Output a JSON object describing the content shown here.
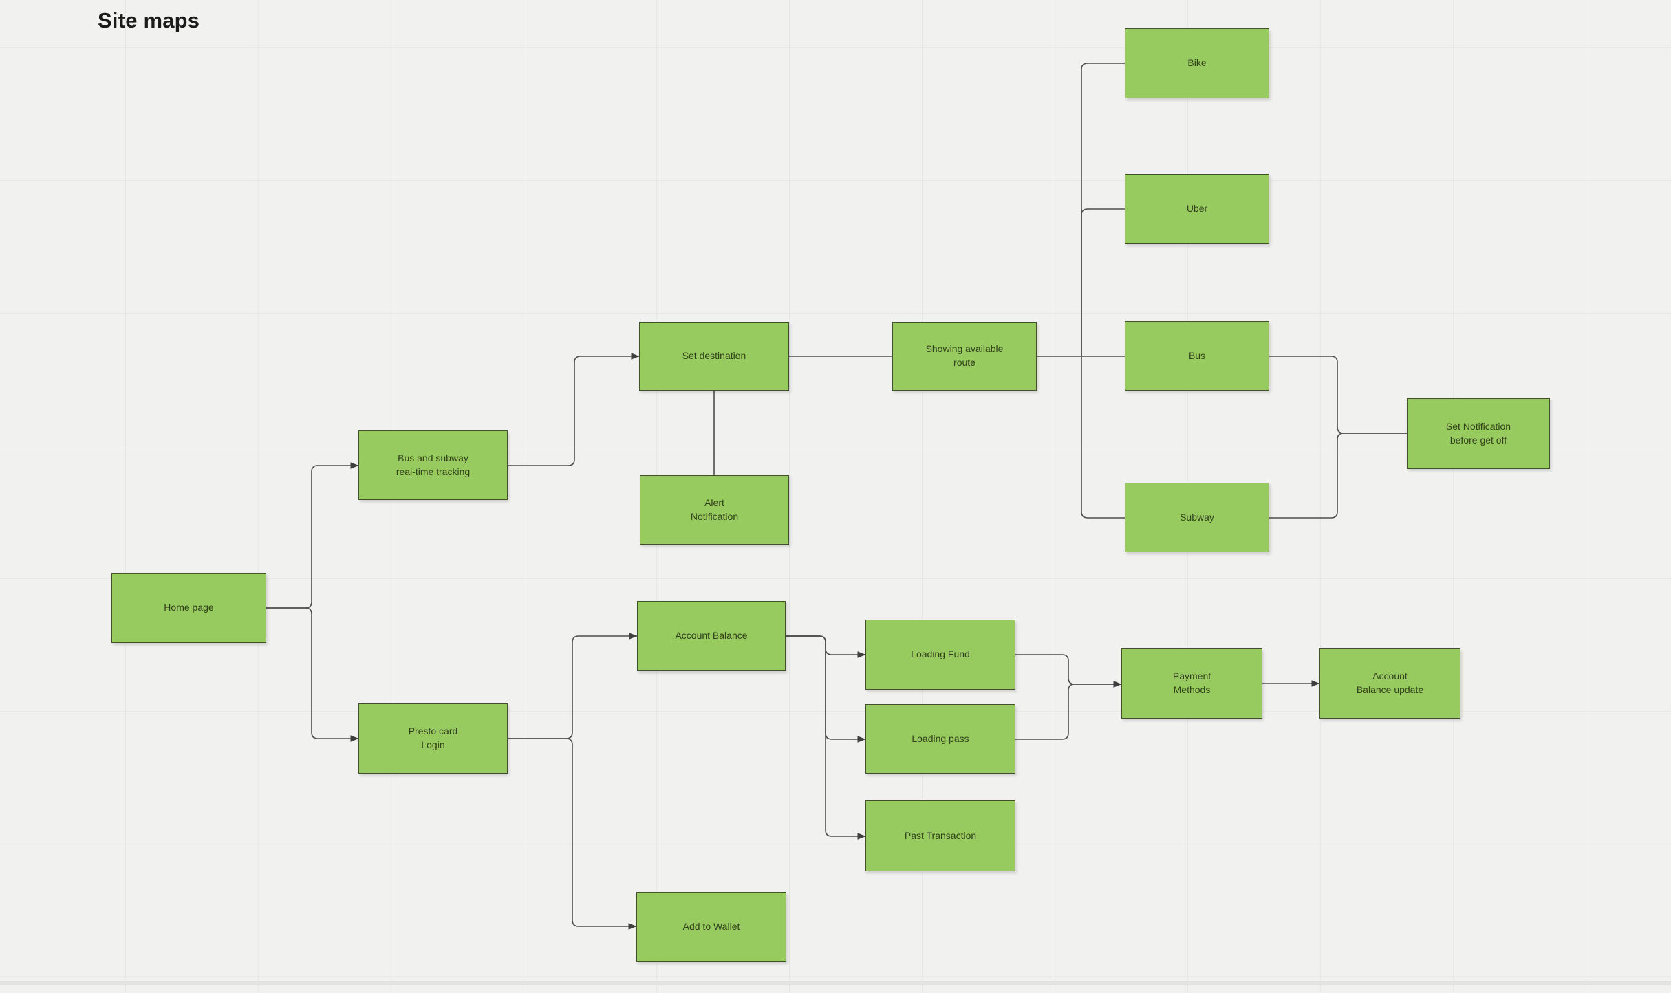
{
  "title": "Site maps",
  "colors": {
    "background": "#f1f1f0",
    "grid_line": "#e7e7e5",
    "node_fill": "#97cb5f",
    "node_border": "#44502b",
    "node_text": "#33401c",
    "edge": "#4d4d4d",
    "arrowhead": "#3f3f3f",
    "title_text": "#1c1c1c"
  },
  "diagram": {
    "nodes": [
      {
        "id": "home",
        "label": "Home page"
      },
      {
        "id": "bus-subway-tracking",
        "label": "Bus and subway\nreal-time tracking"
      },
      {
        "id": "set-destination",
        "label": "Set destination"
      },
      {
        "id": "showing-available-route",
        "label": "Showing available\nroute"
      },
      {
        "id": "alert-notification",
        "label": "Alert\nNotification"
      },
      {
        "id": "bike",
        "label": "Bike"
      },
      {
        "id": "uber",
        "label": "Uber"
      },
      {
        "id": "bus",
        "label": "Bus"
      },
      {
        "id": "subway",
        "label": "Subway"
      },
      {
        "id": "set-notification-before-get-off",
        "label": "Set Notification\nbefore get off"
      },
      {
        "id": "presto-card-login",
        "label": "Presto card\nLogin"
      },
      {
        "id": "account-balance",
        "label": "Account Balance"
      },
      {
        "id": "loading-fund",
        "label": "Loading Fund"
      },
      {
        "id": "loading-pass",
        "label": "Loading pass"
      },
      {
        "id": "past-transaction",
        "label": "Past Transaction"
      },
      {
        "id": "payment-methods",
        "label": "Payment\nMethods"
      },
      {
        "id": "account-balance-update",
        "label": "Account\nBalance update"
      },
      {
        "id": "add-to-wallet",
        "label": "Add to Wallet"
      }
    ],
    "edges": [
      {
        "from": "home",
        "to": "bus-subway-tracking",
        "arrow": true
      },
      {
        "from": "home",
        "to": "presto-card-login",
        "arrow": true
      },
      {
        "from": "bus-subway-tracking",
        "to": "set-destination",
        "arrow": true
      },
      {
        "from": "set-destination",
        "to": "showing-available-route",
        "arrow": false
      },
      {
        "from": "set-destination",
        "to": "alert-notification",
        "arrow": false
      },
      {
        "from": "showing-available-route",
        "to": "bus",
        "arrow": false
      },
      {
        "from": "showing-available-route",
        "to": "bike",
        "arrow": false
      },
      {
        "from": "showing-available-route",
        "to": "uber",
        "arrow": false
      },
      {
        "from": "showing-available-route",
        "to": "subway",
        "arrow": false
      },
      {
        "from": "bus",
        "to": "set-notification-before-get-off",
        "arrow": false
      },
      {
        "from": "subway",
        "to": "set-notification-before-get-off",
        "arrow": false
      },
      {
        "from": "presto-card-login",
        "to": "account-balance",
        "arrow": true
      },
      {
        "from": "presto-card-login",
        "to": "add-to-wallet",
        "arrow": true
      },
      {
        "from": "account-balance",
        "to": "loading-fund",
        "arrow": true
      },
      {
        "from": "account-balance",
        "to": "loading-pass",
        "arrow": true
      },
      {
        "from": "account-balance",
        "to": "past-transaction",
        "arrow": true
      },
      {
        "from": "loading-fund",
        "to": "payment-methods",
        "arrow": true
      },
      {
        "from": "loading-pass",
        "to": "payment-methods",
        "arrow": true
      },
      {
        "from": "payment-methods",
        "to": "account-balance-update",
        "arrow": true
      }
    ]
  }
}
